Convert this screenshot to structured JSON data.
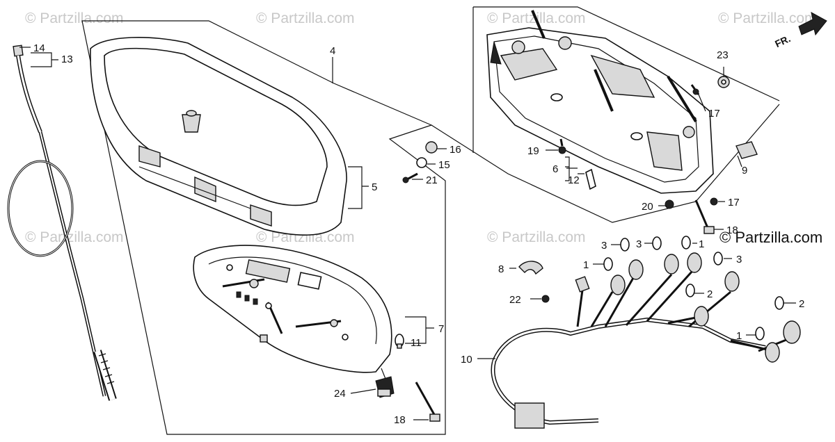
{
  "watermarks": [
    "© Partzilla.com",
    "© Partzilla.com",
    "© Partzilla.com",
    "© Partzilla.com",
    "© Partzilla.com",
    "© Partzilla.com",
    "© Partzilla.com",
    "© Partzilla.com"
  ],
  "watermark_strong": "© Partzilla.com",
  "front_label": "FR.",
  "callouts": {
    "c1a": "1",
    "c1b": "1",
    "c1c": "1",
    "c2a": "2",
    "c2b": "2",
    "c3a": "3",
    "c3b": "3",
    "c3c": "3",
    "c4": "4",
    "c5": "5",
    "c6": "6",
    "c7": "7",
    "c8": "8",
    "c9": "9",
    "c10": "10",
    "c11": "11",
    "c12": "12",
    "c13": "13",
    "c14": "14",
    "c15": "15",
    "c16": "16",
    "c17a": "17",
    "c17b": "17",
    "c18a": "18",
    "c18b": "18",
    "c19": "19",
    "c20": "20",
    "c21": "21",
    "c22": "22",
    "c23": "23",
    "c24": "24"
  }
}
